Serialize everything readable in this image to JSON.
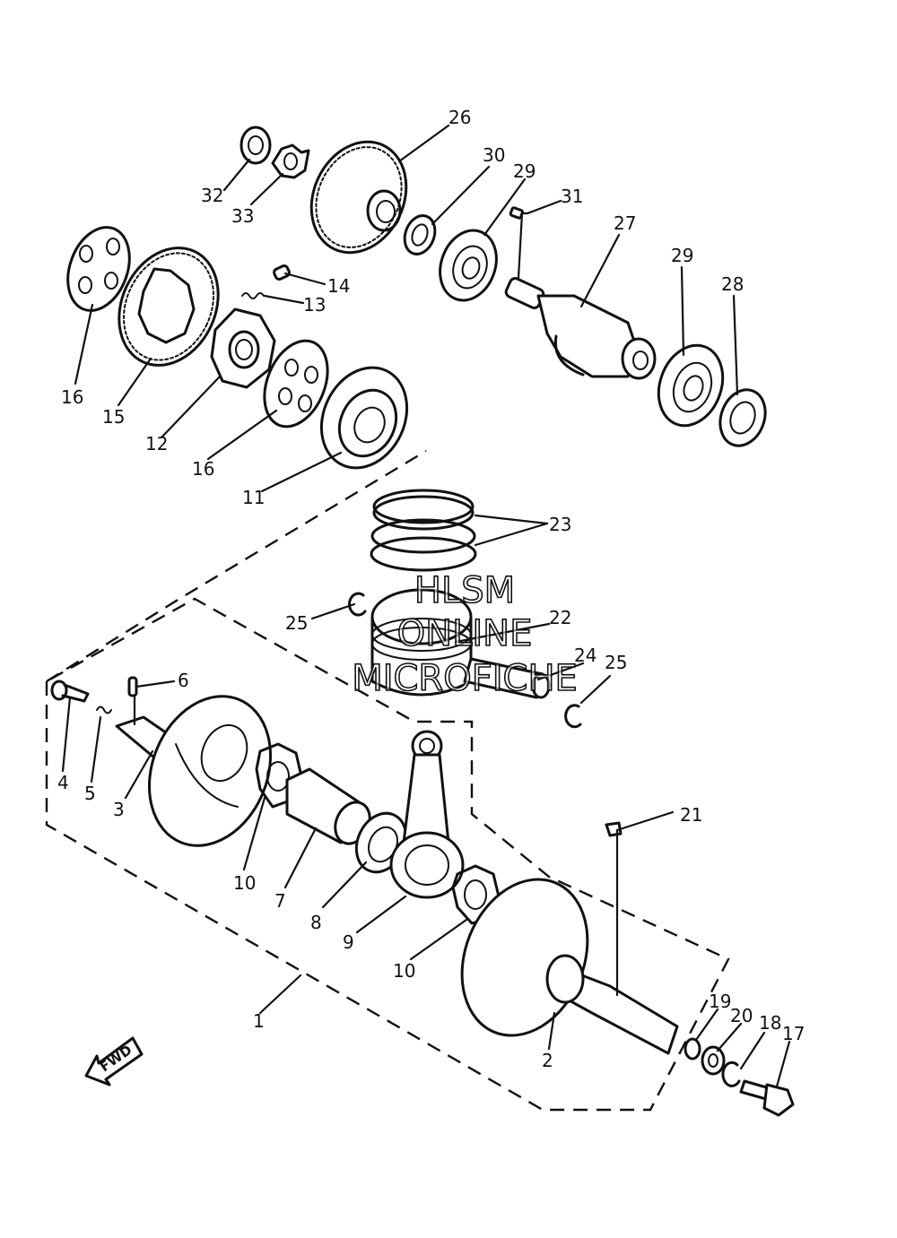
{
  "parts": [
    {
      "id": "p1",
      "label": "1"
    },
    {
      "id": "p2",
      "label": "2"
    },
    {
      "id": "p3",
      "label": "3"
    },
    {
      "id": "p4",
      "label": "4"
    },
    {
      "id": "p5",
      "label": "5"
    },
    {
      "id": "p6",
      "label": "6"
    },
    {
      "id": "p7",
      "label": "7"
    },
    {
      "id": "p8",
      "label": "8"
    },
    {
      "id": "p9",
      "label": "9"
    },
    {
      "id": "p10a",
      "label": "10"
    },
    {
      "id": "p10b",
      "label": "10"
    },
    {
      "id": "p11",
      "label": "11"
    },
    {
      "id": "p12",
      "label": "12"
    },
    {
      "id": "p13",
      "label": "13"
    },
    {
      "id": "p14",
      "label": "14"
    },
    {
      "id": "p15",
      "label": "15"
    },
    {
      "id": "p16a",
      "label": "16"
    },
    {
      "id": "p16b",
      "label": "16"
    },
    {
      "id": "p17",
      "label": "17"
    },
    {
      "id": "p18",
      "label": "18"
    },
    {
      "id": "p19",
      "label": "19"
    },
    {
      "id": "p20",
      "label": "20"
    },
    {
      "id": "p21",
      "label": "21"
    },
    {
      "id": "p22",
      "label": "22"
    },
    {
      "id": "p23",
      "label": "23"
    },
    {
      "id": "p24",
      "label": "24"
    },
    {
      "id": "p25a",
      "label": "25"
    },
    {
      "id": "p25b",
      "label": "25"
    },
    {
      "id": "p26",
      "label": "26"
    },
    {
      "id": "p27",
      "label": "27"
    },
    {
      "id": "p28",
      "label": "28"
    },
    {
      "id": "p29a",
      "label": "29"
    },
    {
      "id": "p29b",
      "label": "29"
    },
    {
      "id": "p30",
      "label": "30"
    },
    {
      "id": "p31",
      "label": "31"
    },
    {
      "id": "p32",
      "label": "32"
    },
    {
      "id": "p33",
      "label": "33"
    }
  ],
  "watermark": [
    "HLSM",
    "ONLINE",
    "MICROFICHE"
  ],
  "fwd_label": "FWD"
}
